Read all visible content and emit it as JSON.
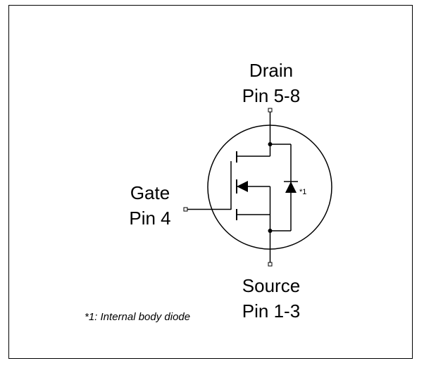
{
  "labels": {
    "drain_name": "Drain",
    "drain_pins": "Pin 5-8",
    "gate_name": "Gate",
    "gate_pins": "Pin 4",
    "source_name": "Source",
    "source_pins": "Pin 1-3",
    "diode_tag": "*1"
  },
  "footnote": "*1: Internal body diode"
}
